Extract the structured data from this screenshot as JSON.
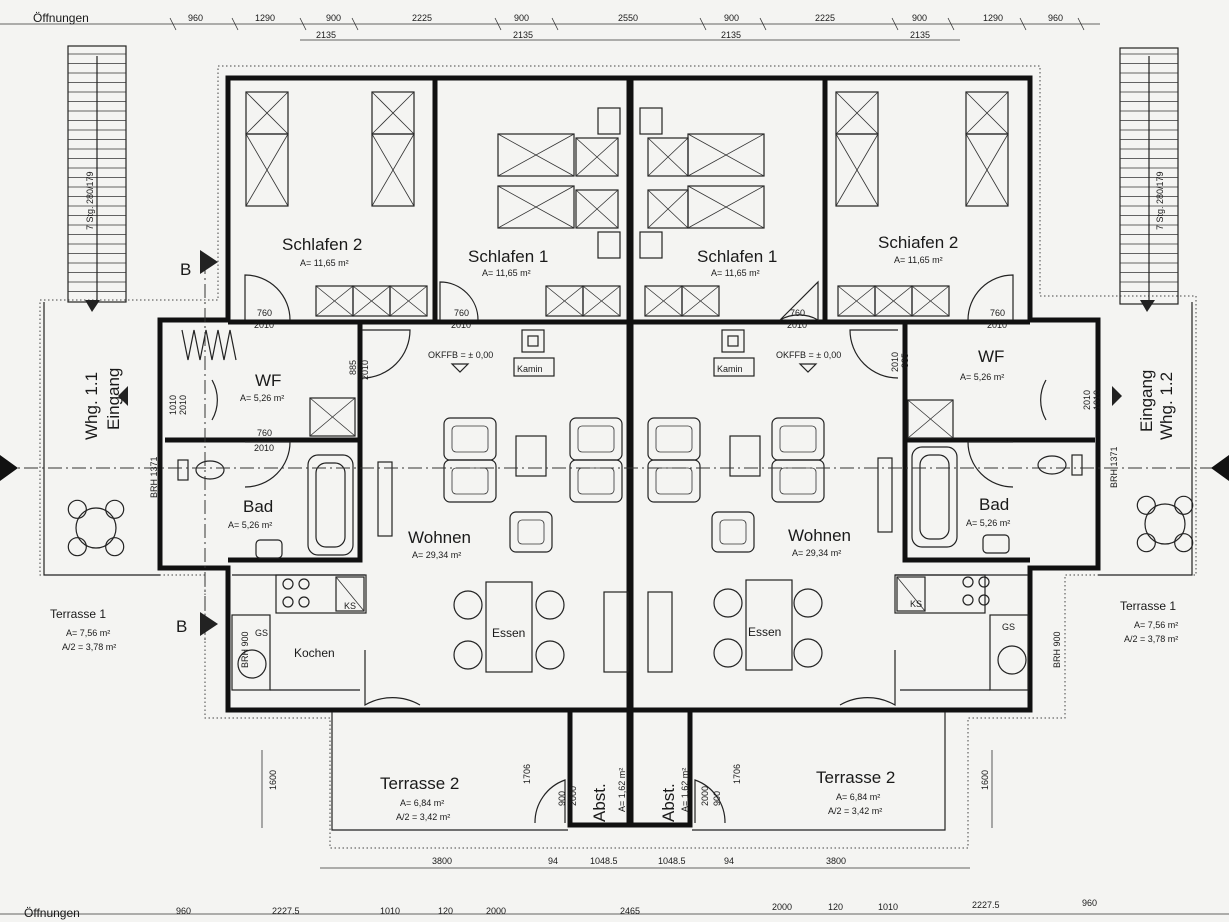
{
  "header": {
    "top_label": "Öffnungen",
    "top_dims": [
      "960",
      "1290",
      "900",
      "2225",
      "900",
      "2550",
      "900",
      "2225",
      "900",
      "1290",
      "960"
    ],
    "top_sub": [
      "2135",
      "2135",
      "2135",
      "2135"
    ]
  },
  "footer": {
    "bottom_label": "Öffnungen",
    "bottom_dims": [
      "960",
      "2227.5",
      "1010",
      "120",
      "2000",
      "2465",
      "2000",
      "120",
      "1010",
      "2227.5",
      "960"
    ],
    "mid_dims": [
      "3800",
      "94",
      "1048.5",
      "1048.5",
      "94",
      "3800"
    ]
  },
  "rooms": {
    "schlafen2_l": {
      "name": "Schlafen 2",
      "area": "A= 11,65 m²"
    },
    "schlafen1_l": {
      "name": "Schlafen 1",
      "area": "A= 11,65 m²"
    },
    "schlafen1_r": {
      "name": "Schlafen 1",
      "area": "A= 11,65 m²"
    },
    "schlafen2_r": {
      "name": "Schiafen 2",
      "area": "A= 11,65 m²"
    },
    "wf_l": {
      "name": "WF",
      "area": "A= 5,26 m²"
    },
    "wf_r": {
      "name": "WF",
      "area": "A= 5,26 m²"
    },
    "bad_l": {
      "name": "Bad",
      "area": "A= 5,26 m²"
    },
    "bad_r": {
      "name": "Bad",
      "area": "A= 5,26 m²"
    },
    "wohnen_l": {
      "name": "Wohnen",
      "area": "A= 29,34 m²"
    },
    "wohnen_r": {
      "name": "Wohnen",
      "area": "A= 29,34 m²"
    },
    "essen_l": "Essen",
    "essen_r": "Essen",
    "kochen_l": "Kochen",
    "kamin_l": "Kamin",
    "kamin_r": "Kamin",
    "okffb_l": "OKFFB = ± 0,00",
    "okffb_r": "OKFFB = ± 0,00",
    "eingang_l": [
      "Whg. 1.1",
      "Eingang"
    ],
    "eingang_r": [
      "Eingang",
      "Whg. 1.2"
    ],
    "terrasse1_l": {
      "name": "Terrasse 1",
      "area": "A=  7,56 m²",
      "half": "A/2 =  3,78 m²"
    },
    "terrasse1_r": {
      "name": "Terrasse 1",
      "area": "A=  7,56 m²",
      "half": "A/2 =  3,78 m²"
    },
    "terrasse2_l": {
      "name": "Terrasse 2",
      "area": "A=  6,84 m²",
      "half": "A/2 =  3,42 m²"
    },
    "terrasse2_r": {
      "name": "Terrasse 2",
      "area": "A=  6,84 m²",
      "half": "A/2 =  3,42 m²"
    },
    "abst_l": {
      "name": "Abst.",
      "area": "A= 1,62 m²"
    },
    "abst_r": {
      "name": "Abst.",
      "area": "A= 1,62 m²"
    }
  },
  "labels": {
    "door_760_2010": [
      "760",
      "2010"
    ],
    "door_885_2010": [
      "885",
      "2010"
    ],
    "door_1010_2010": [
      "1010",
      "2010"
    ],
    "brh_1371": "BRH 1371",
    "brh_900": "BRH 900",
    "gs": "GS",
    "ks": "KS",
    "section_b": "B",
    "stair": "7 Stg. 280/179",
    "dim_1600": "1600",
    "dim_1706": "1706",
    "dim_900_2000": [
      "900",
      "2000"
    ]
  },
  "colors": {
    "line": "#111111",
    "paper": "#f4f4f2"
  }
}
